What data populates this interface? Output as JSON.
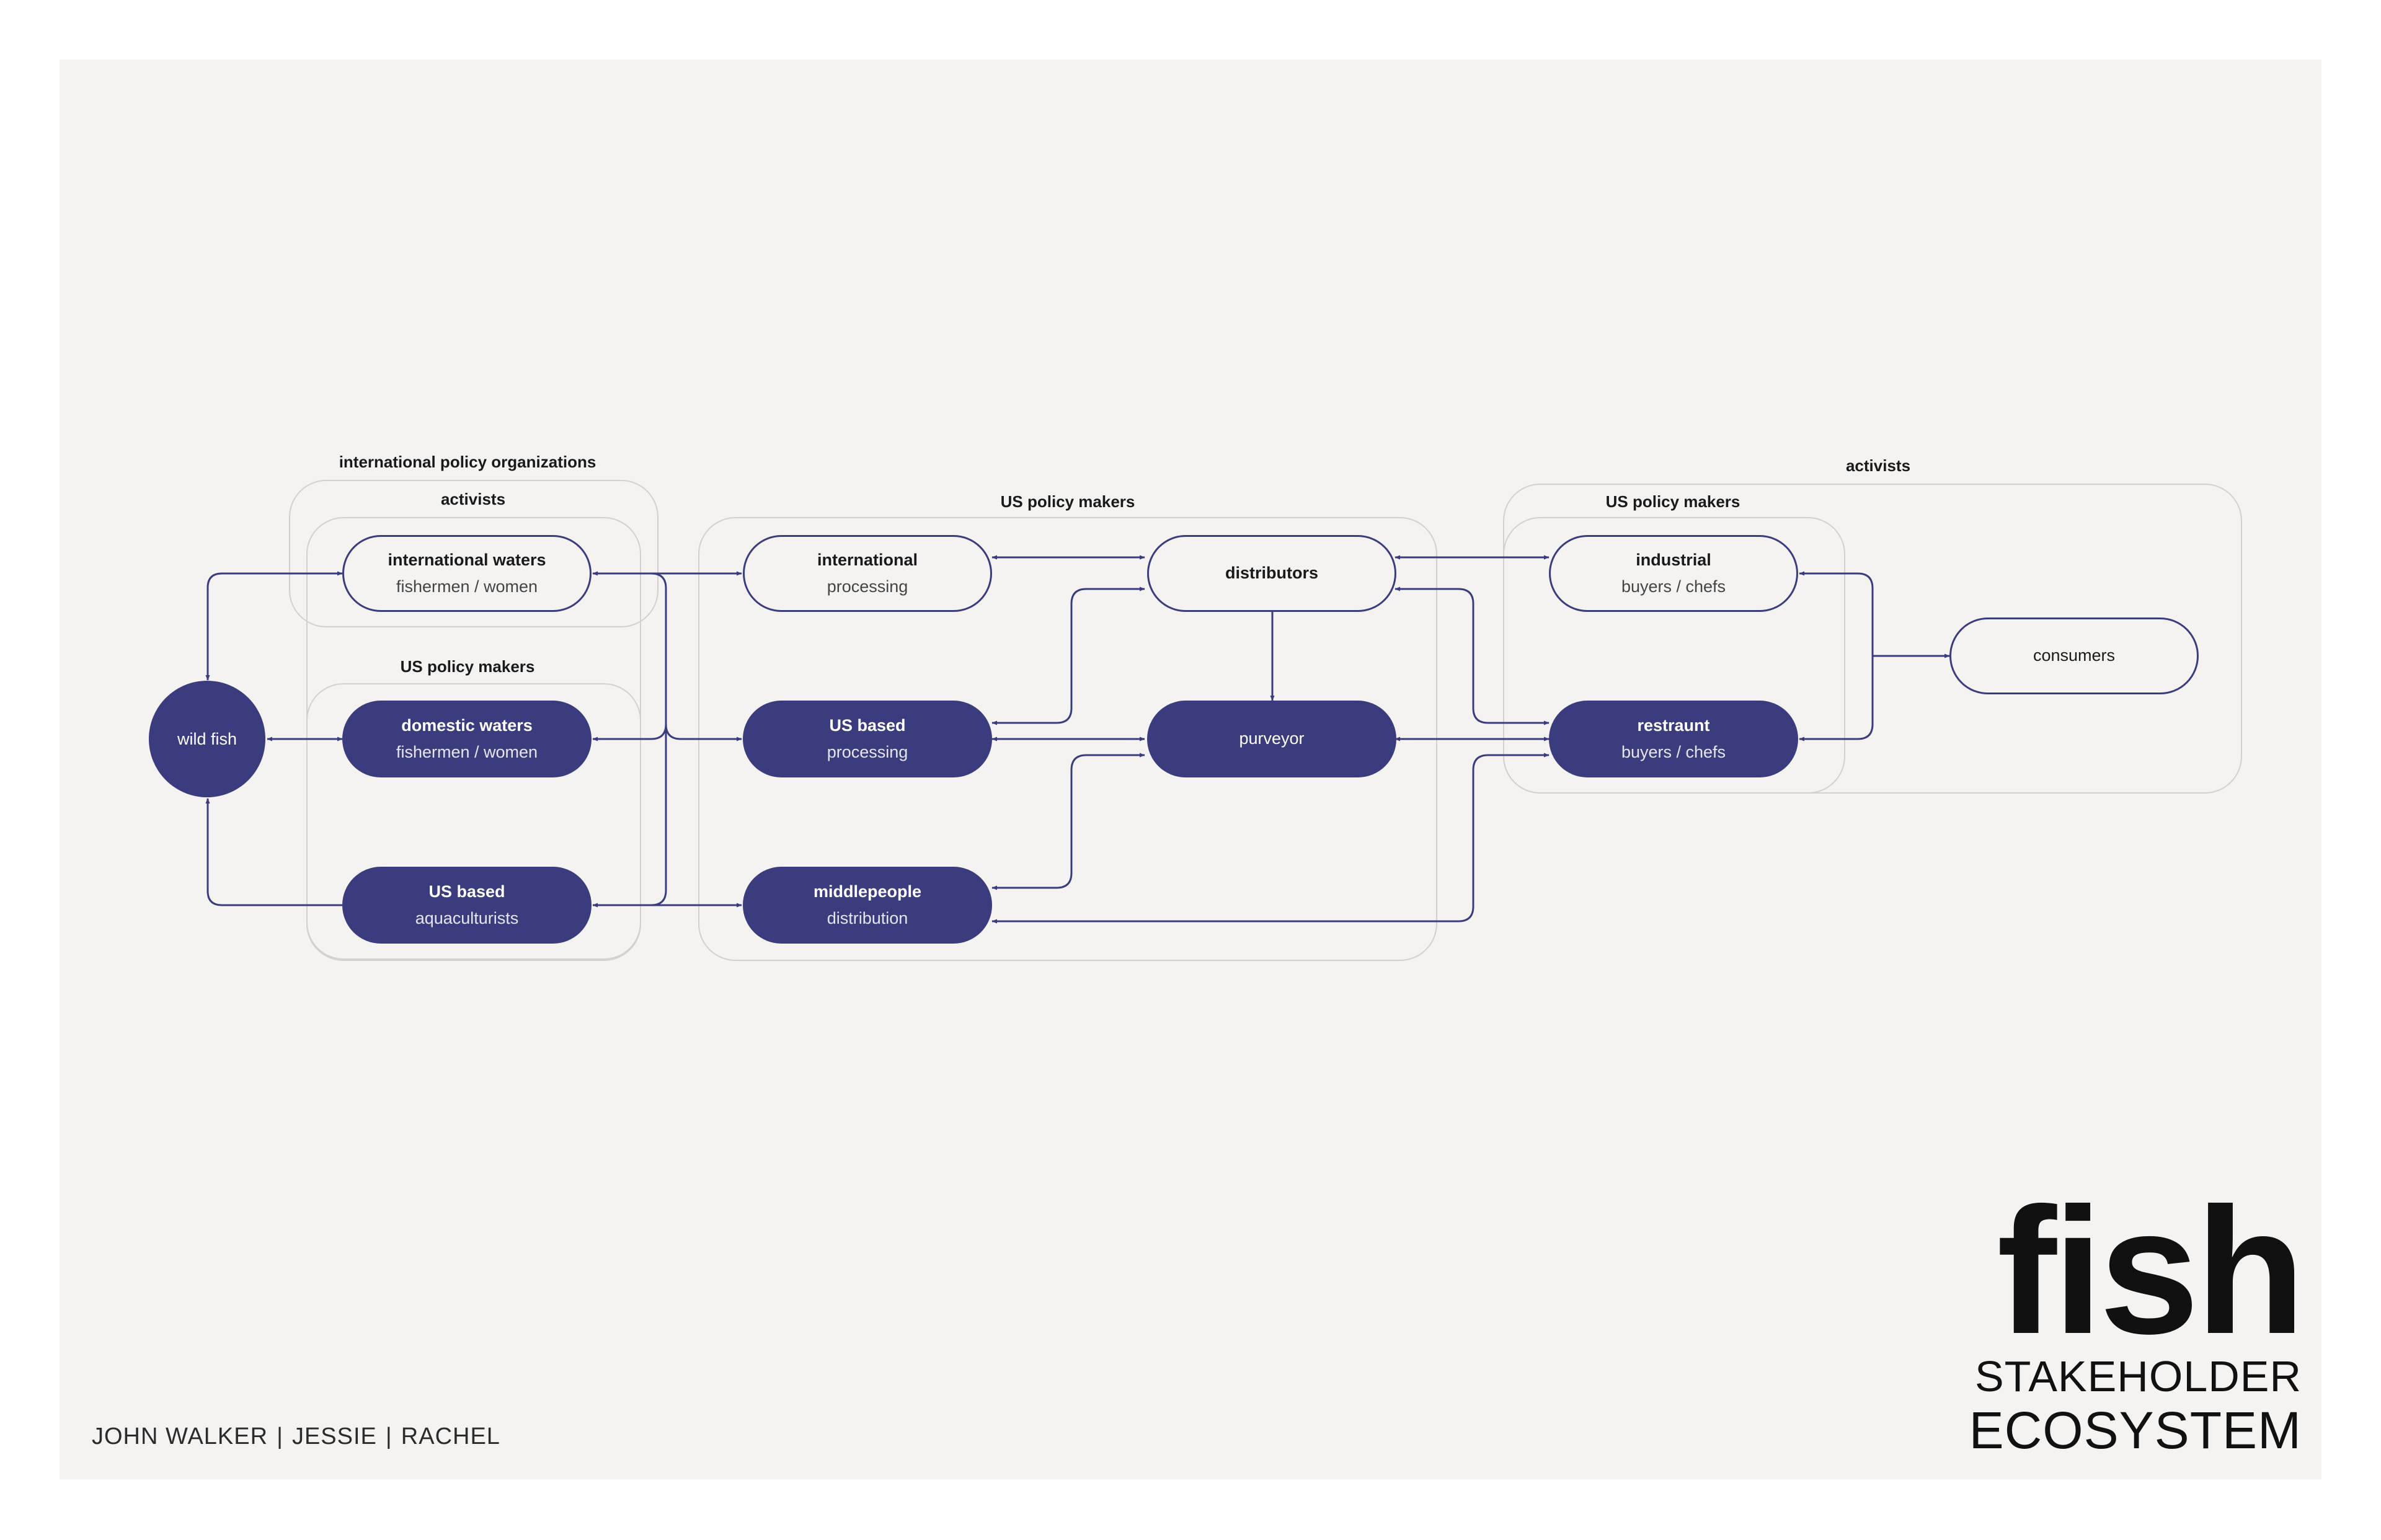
{
  "diagram": {
    "accent_color": "#3b3c7e",
    "background_color": "#f4f3f2",
    "groups": {
      "intl_policy_orgs": "international policy organizations",
      "activists_intl": "activists",
      "us_policy_fishing": "US policy makers",
      "us_policy_processing": "US policy makers",
      "activists_market": "activists",
      "us_policy_market": "US policy makers"
    },
    "nodes": {
      "wild_fish": "wild fish",
      "intl_waters": {
        "title": "international waters",
        "sub": "fishermen / women"
      },
      "domestic_waters": {
        "title": "domestic waters",
        "sub": "fishermen / women"
      },
      "us_aquaculture": {
        "title": "US based",
        "sub": "aquaculturists"
      },
      "intl_processing": {
        "title": "international",
        "sub": "processing"
      },
      "us_processing": {
        "title": "US based",
        "sub": "processing"
      },
      "middlepeople": {
        "title": "middlepeople",
        "sub": "distribution"
      },
      "distributors": "distributors",
      "purveyor": "purveyor",
      "industrial": {
        "title": "industrial",
        "sub": "buyers / chefs"
      },
      "restraunt": {
        "title": "restraunt",
        "sub": "buyers / chefs"
      },
      "consumers": "consumers"
    }
  },
  "brand": {
    "word": "fish",
    "line1": "STAKEHOLDER",
    "line2": "ECOSYSTEM"
  },
  "credits": [
    "JOHN WALKER",
    "JESSIE",
    "RACHEL"
  ]
}
